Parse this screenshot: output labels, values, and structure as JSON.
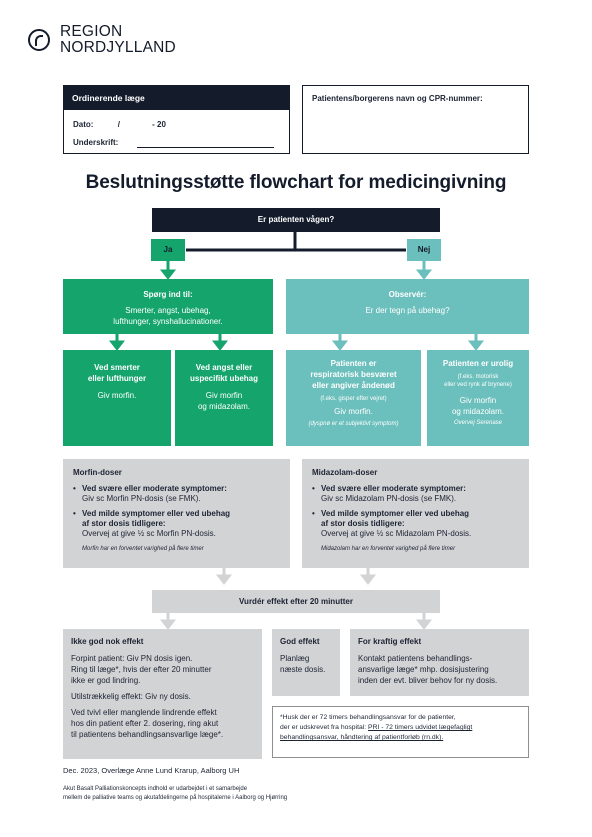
{
  "logo": {
    "line1": "REGION",
    "line2": "NORDJYLLAND"
  },
  "form": {
    "left_header": "Ordinerende læge",
    "date_label": "Dato:",
    "date_slash": "/",
    "date_year": "- 20",
    "signature_label": "Underskrift:",
    "right_label": "Patientens/borgerens navn og CPR-nummer:"
  },
  "title": "Beslutningsstøtte flowchart for medicingivning",
  "question": "Er patienten vågen?",
  "yes": "Ja",
  "no": "Nej",
  "ask": {
    "title": "Spørg ind til:",
    "line1": "Smerter, angst, ubehag,",
    "line2": "lufthunger, synshallucinationer."
  },
  "observe": {
    "title": "Observér:",
    "line1": "Er der tegn på ubehag?"
  },
  "pain": {
    "title1": "Ved smerter",
    "title2": "eller lufthunger",
    "action": "Giv morfin."
  },
  "anxiety": {
    "title1": "Ved angst eller",
    "title2": "uspecifikt ubehag",
    "action1": "Giv morfin",
    "action2": "og midazolam."
  },
  "resp": {
    "title1": "Patienten er",
    "title2": "respiratorisk besværet",
    "title3": "eller angiver åndenød",
    "example": "(f.eks. gisper efter vejret)",
    "action": "Giv morfin.",
    "note": "(dyspnø er et subjektivt symptom)"
  },
  "restless": {
    "title": "Patienten er urolig",
    "example1": "(f.eks. motorisk",
    "example2": "eller ved rynk af brynene)",
    "action1": "Giv morfin",
    "action2": "og midazolam.",
    "note": "Overvej Serenase"
  },
  "morfin": {
    "title": "Morfin-doser",
    "b1_bold": "Ved svære eller moderate symptomer:",
    "b1_text": "Giv sc Morfin PN-dosis (se FMK).",
    "b2_bold1": "Ved milde symptomer eller ved ubehag",
    "b2_bold2": "af stor dosis tidligere:",
    "b2_text": "Overvej at give ½ sc Morfin PN-dosis.",
    "note": "Morfin har en forventet varighed på flere timer"
  },
  "midazolam": {
    "title": "Midazolam-doser",
    "b1_bold": "Ved svære eller moderate symptomer:",
    "b1_text": "Giv sc Midazolam PN-dosis (se FMK).",
    "b2_bold1": "Ved milde symptomer eller ved ubehag",
    "b2_bold2": "af stor dosis tidligere:",
    "b2_text": "Overvej at give ½ sc Midazolam PN-dosis.",
    "note": "Midazolam har en forventet varighed på flere timer"
  },
  "evaluate": "Vurdér effekt efter 20 minutter",
  "not_enough": {
    "title": "Ikke god nok effekt",
    "p1_l1": "Forpint patient: Giv PN dosis igen.",
    "p1_l2": "Ring til læge*, hvis der efter 20 minutter",
    "p1_l3": "ikke er god lindring.",
    "p2": "Utilstrækkelig effekt: Giv ny dosis.",
    "p3_l1": "Ved tvivl eller manglende lindrende effekt",
    "p3_l2": "hos din patient efter 2. dosering, ring akut",
    "p3_l3": "til patientens behandlingsansvarlige læge*."
  },
  "good": {
    "title": "God effekt",
    "l1": "Planlæg",
    "l2": "næste dosis."
  },
  "too_strong": {
    "title": "For kraftig effekt",
    "l1": "Kontakt patientens behandlings-",
    "l2": "ansvarlige læge* mhp. dosisjustering",
    "l3": "inden der evt. bliver behov for ny dosis."
  },
  "footnote": {
    "l1": "*Husk der er 72 timers behandlingsansvar for de patienter,",
    "l2_pre": "der er udskrevet fra hospital: ",
    "l2_link": "PRI - 72 timers udvidet lægefagligt",
    "l3_link": "behandlingsansvar, håndtering af patientforløb (rn.dk)."
  },
  "footer": {
    "line1": "Dec. 2023, Overlæge Anne Lund Krarup, Aalborg UH",
    "line2": "Akut Basalt Palliationskoncepts indhold er udarbejdet i et samarbejde",
    "line3": "mellem de palliative teams og akutafdelingerne på hospitalerne i Aalborg og Hjørring"
  },
  "colors": {
    "navy": "#141c2c",
    "green": "#14a46c",
    "teal": "#6bbfbc",
    "gray": "#d2d3d5"
  }
}
